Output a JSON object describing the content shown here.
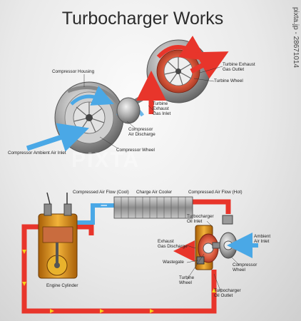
{
  "title": "Turbocharger Works",
  "watermark": "PIXTA",
  "side_credit": "pixta.jp - 28671014",
  "labels": {
    "compressor_housing": "Compressor Housing",
    "turbine_exhaust_outlet": "Turbine Exhaust\nGas Outlet",
    "turbine_wheel_top": "Turbine Wheel",
    "turbine_exhaust_inlet": "Turbine\nExhaust\nGas Inlet",
    "compressor_air_discharge": "Compressor\nAir Discharge",
    "compressor_wheel_top": "Compressor Wheel",
    "compressor_ambient_inlet": "Compressor Ambient Air Inlet",
    "compressed_air_cool": "Compressed Air Flow (Cool)",
    "charge_air_cooler": "Charge Air Cooler",
    "compressed_air_hot": "Compressed Air Flow (Hot)",
    "turbocharger_oil_inlet": "Turbocharger\nOil Inlet",
    "ambient_air_inlet": "Ambient\nAir Inlet",
    "exhaust_gas_discharge": "Exhaust\nGas Discharge",
    "wastegate": "Wastegate",
    "compressor_wheel_bottom": "Compressor\nWheel",
    "turbine_wheel_bottom": "Turbine\nWheel",
    "engine_cylinder": "Engine Cylinder",
    "turbocharger_oil_outlet": "Turbocharger\nOil Outlet"
  },
  "colors": {
    "hot_gas": "#e8352b",
    "cool_air": "#4aa8e6",
    "oil": "#e8a21a",
    "metal": "#9a9a9a",
    "arrow_yellow": "#f5d21a"
  }
}
